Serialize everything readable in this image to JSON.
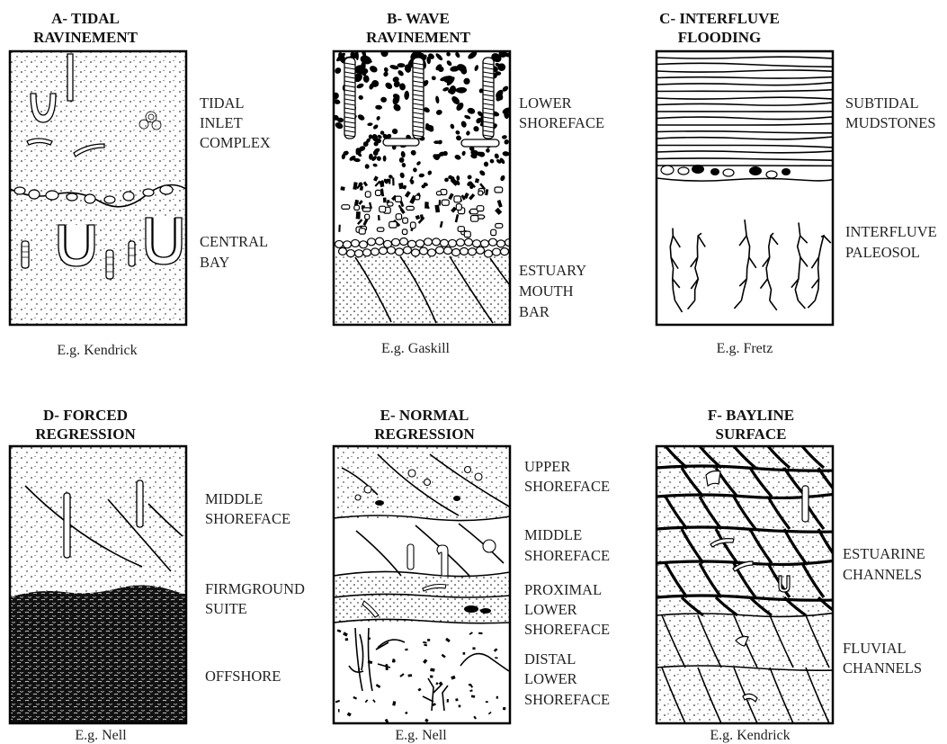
{
  "panels": [
    {
      "title_1": "A- TIDAL",
      "title_2": "RAVINEMENT",
      "labels": [
        "TIDAL",
        "INLET",
        "COMPLEX",
        "CENTRAL",
        "BAY"
      ],
      "example": "E.g. Kendrick"
    },
    {
      "title_1": "B- WAVE",
      "title_2": "RAVINEMENT",
      "labels": [
        "LOWER",
        "SHOREFACE",
        "ESTUARY",
        "MOUTH",
        "BAR"
      ],
      "example": "E.g. Gaskill"
    },
    {
      "title_1": "C- INTERFLUVE",
      "title_2": "FLOODING",
      "labels": [
        "SUBTIDAL",
        "MUDSTONES",
        "INTERFLUVE",
        "PALEOSOL"
      ],
      "example": "E.g. Fretz"
    },
    {
      "title_1": "D- FORCED",
      "title_2": "REGRESSION",
      "labels": [
        "MIDDLE",
        "SHOREFACE",
        "FIRMGROUND",
        "SUITE",
        "OFFSHORE"
      ],
      "example": "E.g. Nell"
    },
    {
      "title_1": "E- NORMAL",
      "title_2": "REGRESSION",
      "labels": [
        "UPPER",
        "SHOREFACE",
        "MIDDLE",
        "SHOREFACE",
        "PROXIMAL",
        "LOWER",
        "SHOREFACE",
        "DISTAL",
        "LOWER",
        "SHOREFACE"
      ],
      "example": "E.g. Nell"
    },
    {
      "title_1": "F- BAYLINE",
      "title_2": "SURFACE",
      "labels": [
        "ESTUARINE",
        "CHANNELS",
        "FLUVIAL",
        "CHANNELS"
      ],
      "example": "E.g. Kendrick"
    }
  ]
}
